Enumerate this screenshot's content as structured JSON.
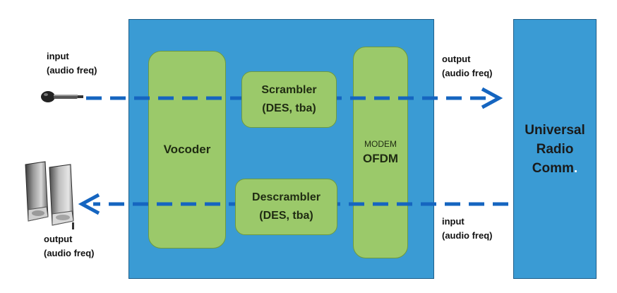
{
  "labels": {
    "input_top_line1": "input",
    "input_top_line2": "(audio freq)",
    "output_top_line1": "output",
    "output_top_line2": "(audio freq)",
    "output_bottom_line1": "output",
    "output_bottom_line2": "(audio freq)",
    "input_bottom_line1": "input",
    "input_bottom_line2": "(audio freq)"
  },
  "blocks": {
    "vocoder": "Vocoder",
    "scrambler_line1": "Scrambler",
    "scrambler_line2": "(DES, tba)",
    "descrambler_line1": "Descrambler",
    "descrambler_line2": "(DES, tba)",
    "modem_small": "MODEM",
    "modem_big": "OFDM"
  },
  "radio": {
    "line1": "Universal",
    "line2": "Radio",
    "line3": "Comm",
    "line3_suffix": "."
  },
  "icons": {
    "microphone": "microphone-icon",
    "speaker": "speakers-icon"
  },
  "colors": {
    "box_blue": "#3a9bd4",
    "block_green": "#9bc96a",
    "arrow_blue": "#1565c0"
  }
}
